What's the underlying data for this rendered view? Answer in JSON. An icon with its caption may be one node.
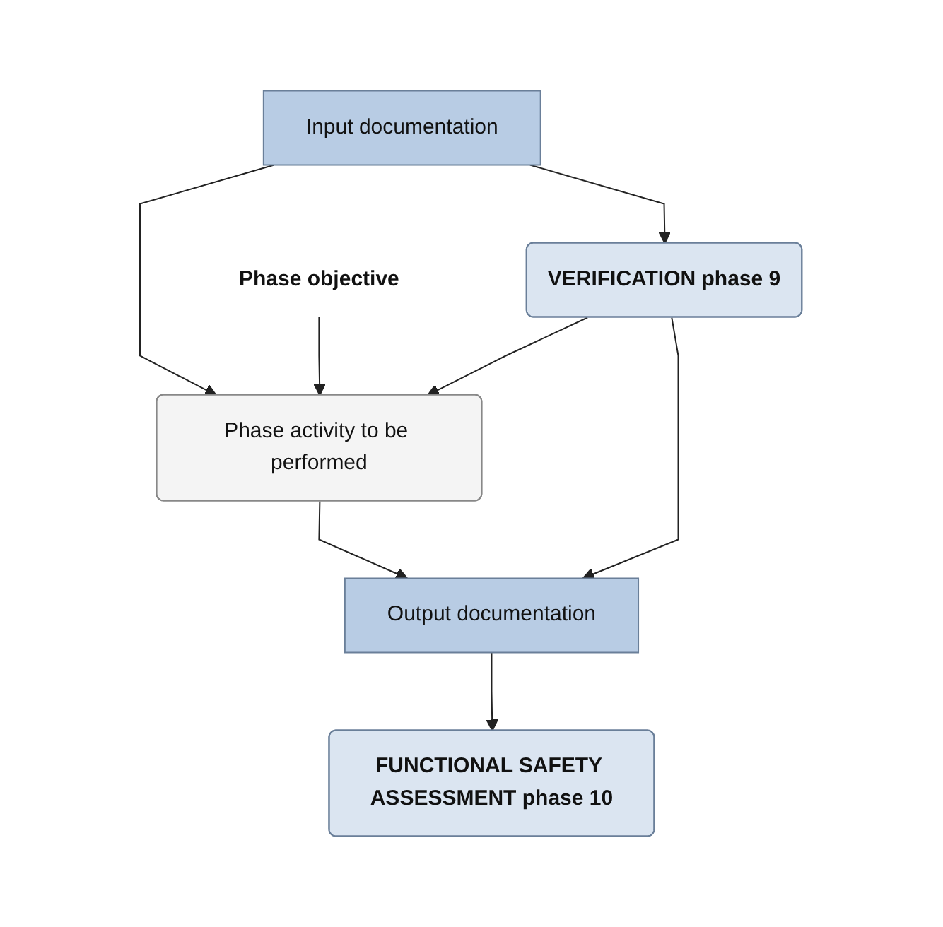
{
  "diagram": {
    "nodes": [
      {
        "text": [
          "Input documentation"
        ]
      },
      {
        "text": [
          "Phase objective"
        ]
      },
      {
        "text": [
          "Phase activity to be performed"
        ]
      },
      {
        "text": [
          "VERIFICATION phase 9"
        ]
      },
      {
        "text": [
          "Output documentation"
        ]
      },
      {
        "text": [
          "FUNCTIONAL SAFETY ASSESSMENT phase 10"
        ]
      }
    ],
    "edges": [
      {
        "from": 0,
        "to": 2,
        "arrow": "to"
      },
      {
        "from": 0,
        "to": 3,
        "arrow": "to"
      },
      {
        "from": 1,
        "to": 2,
        "arrow": "to"
      },
      {
        "from": 3,
        "to": 2,
        "arrow": "to"
      },
      {
        "from": 2,
        "to": 4,
        "arrow": "to"
      },
      {
        "from": 3,
        "to": 4,
        "arrow": "to"
      },
      {
        "from": 4,
        "to": 5,
        "arrow": "to"
      }
    ]
  }
}
